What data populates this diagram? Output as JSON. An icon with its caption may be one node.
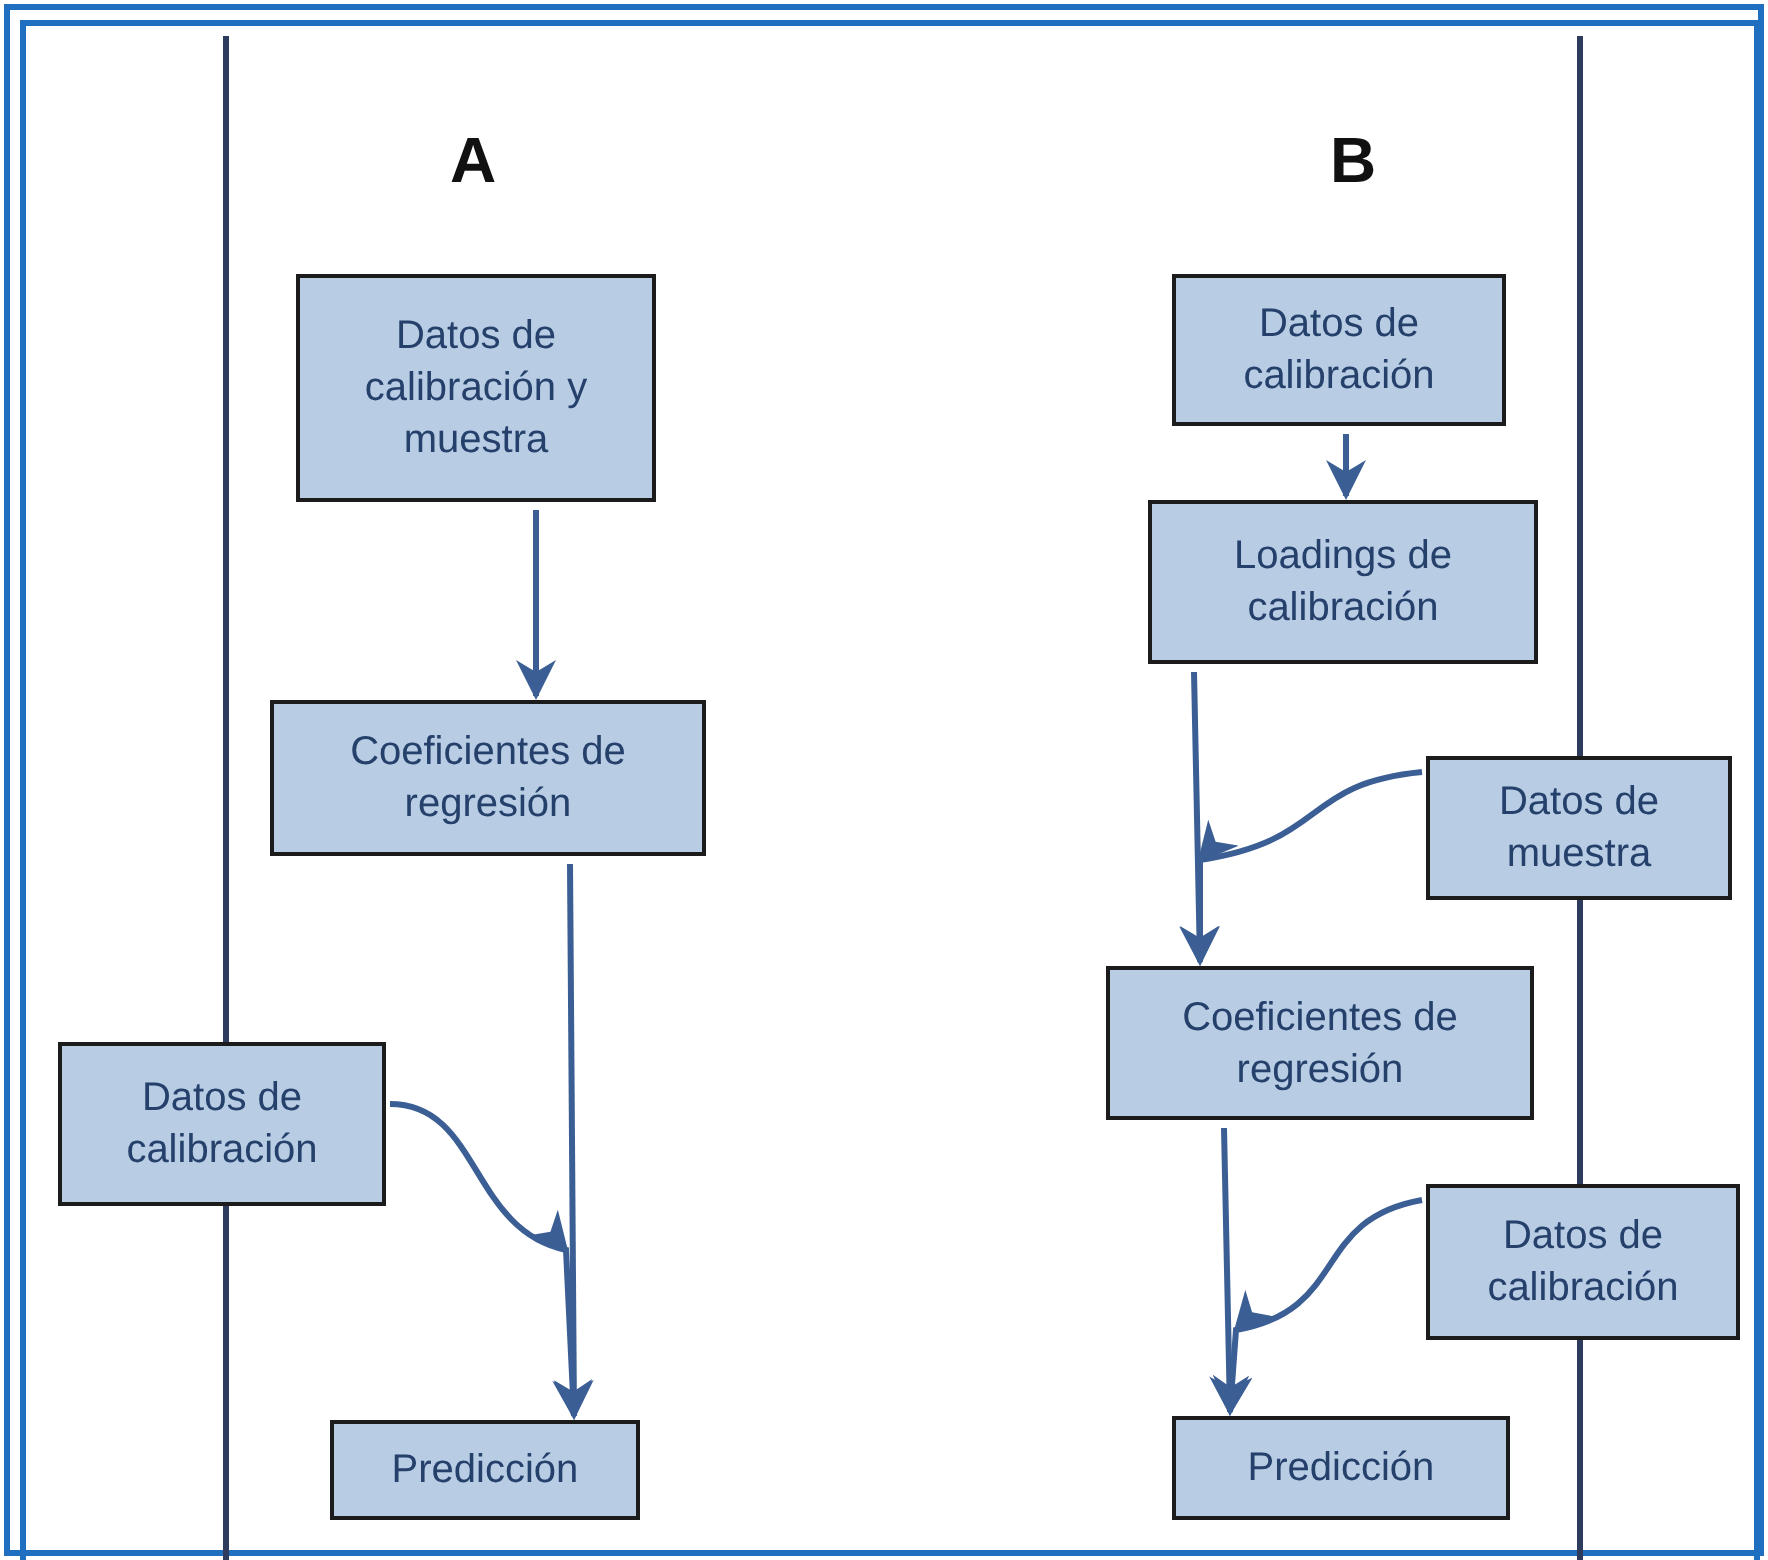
{
  "diagram": {
    "nodes": [
      {
        "text": [
          "Datos de calibración y muestra"
        ]
      },
      {
        "text": [
          "Coeficientes de regresión"
        ]
      },
      {
        "text": [
          "Datos de calibración"
        ]
      },
      {
        "text": [
          "Predicción"
        ]
      },
      {
        "text": [
          "Datos de calibración"
        ]
      },
      {
        "text": [
          "Loadings de calibración"
        ]
      },
      {
        "text": [
          "Datos de muestra"
        ]
      },
      {
        "text": [
          "Coeficientes de regresión"
        ]
      },
      {
        "text": [
          "Datos de calibración"
        ]
      },
      {
        "text": [
          "Predicción"
        ]
      }
    ],
    "edges": [
      {
        "from": 0,
        "to": 1,
        "arrow": "to"
      },
      {
        "from": 1,
        "to": 3,
        "arrow": "to"
      },
      {
        "from": 2,
        "to": 3,
        "arrow": "to"
      },
      {
        "from": 4,
        "to": 5,
        "arrow": "to"
      },
      {
        "from": 5,
        "to": 7,
        "arrow": "to"
      },
      {
        "from": 6,
        "to": 7,
        "arrow": "to"
      },
      {
        "from": 7,
        "to": 9,
        "arrow": "to"
      },
      {
        "from": 8,
        "to": 9,
        "arrow": "to"
      }
    ],
    "labels": [
      "A",
      "B"
    ]
  }
}
